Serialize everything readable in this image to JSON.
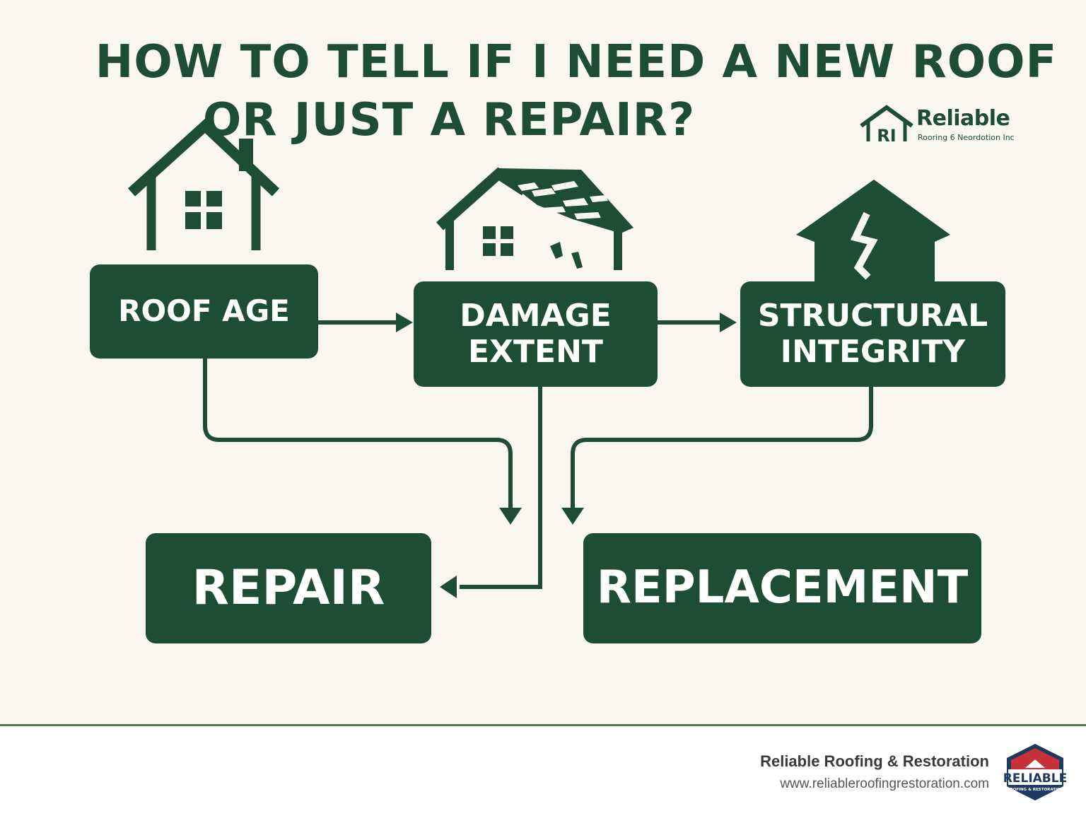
{
  "title": {
    "line1": "HOW TO TELL IF I NEED A NEW ROOF",
    "line2": "OR JUST A REPAIR?"
  },
  "brand_logo": {
    "icon_letters": "RI",
    "name": "Reliable",
    "tagline": "Rooring 6 Neordotion Inc"
  },
  "nodes": {
    "roof_age": "ROOF AGE",
    "damage_extent": [
      "DAMAGE",
      "EXTENT"
    ],
    "structural_integrity": [
      "STRUCTURAL",
      "INTEGRITY"
    ],
    "repair": "REPAIR",
    "replacement": "REPLACEMENT"
  },
  "icons": {
    "house": "house-icon",
    "damaged_house": "damaged-house-icon",
    "cracked_house": "cracked-house-icon"
  },
  "footer": {
    "company": "Reliable Roofing & Restoration",
    "url": "www.reliableroofingrestoration.com",
    "badge_text": "RELIABLE",
    "badge_subtext": "ROOFING & RESTORATION"
  },
  "colors": {
    "primary_green": "#1d4d35",
    "background": "#faf7f1",
    "badge_red": "#c8313a",
    "badge_navy": "#1f3a5f"
  }
}
